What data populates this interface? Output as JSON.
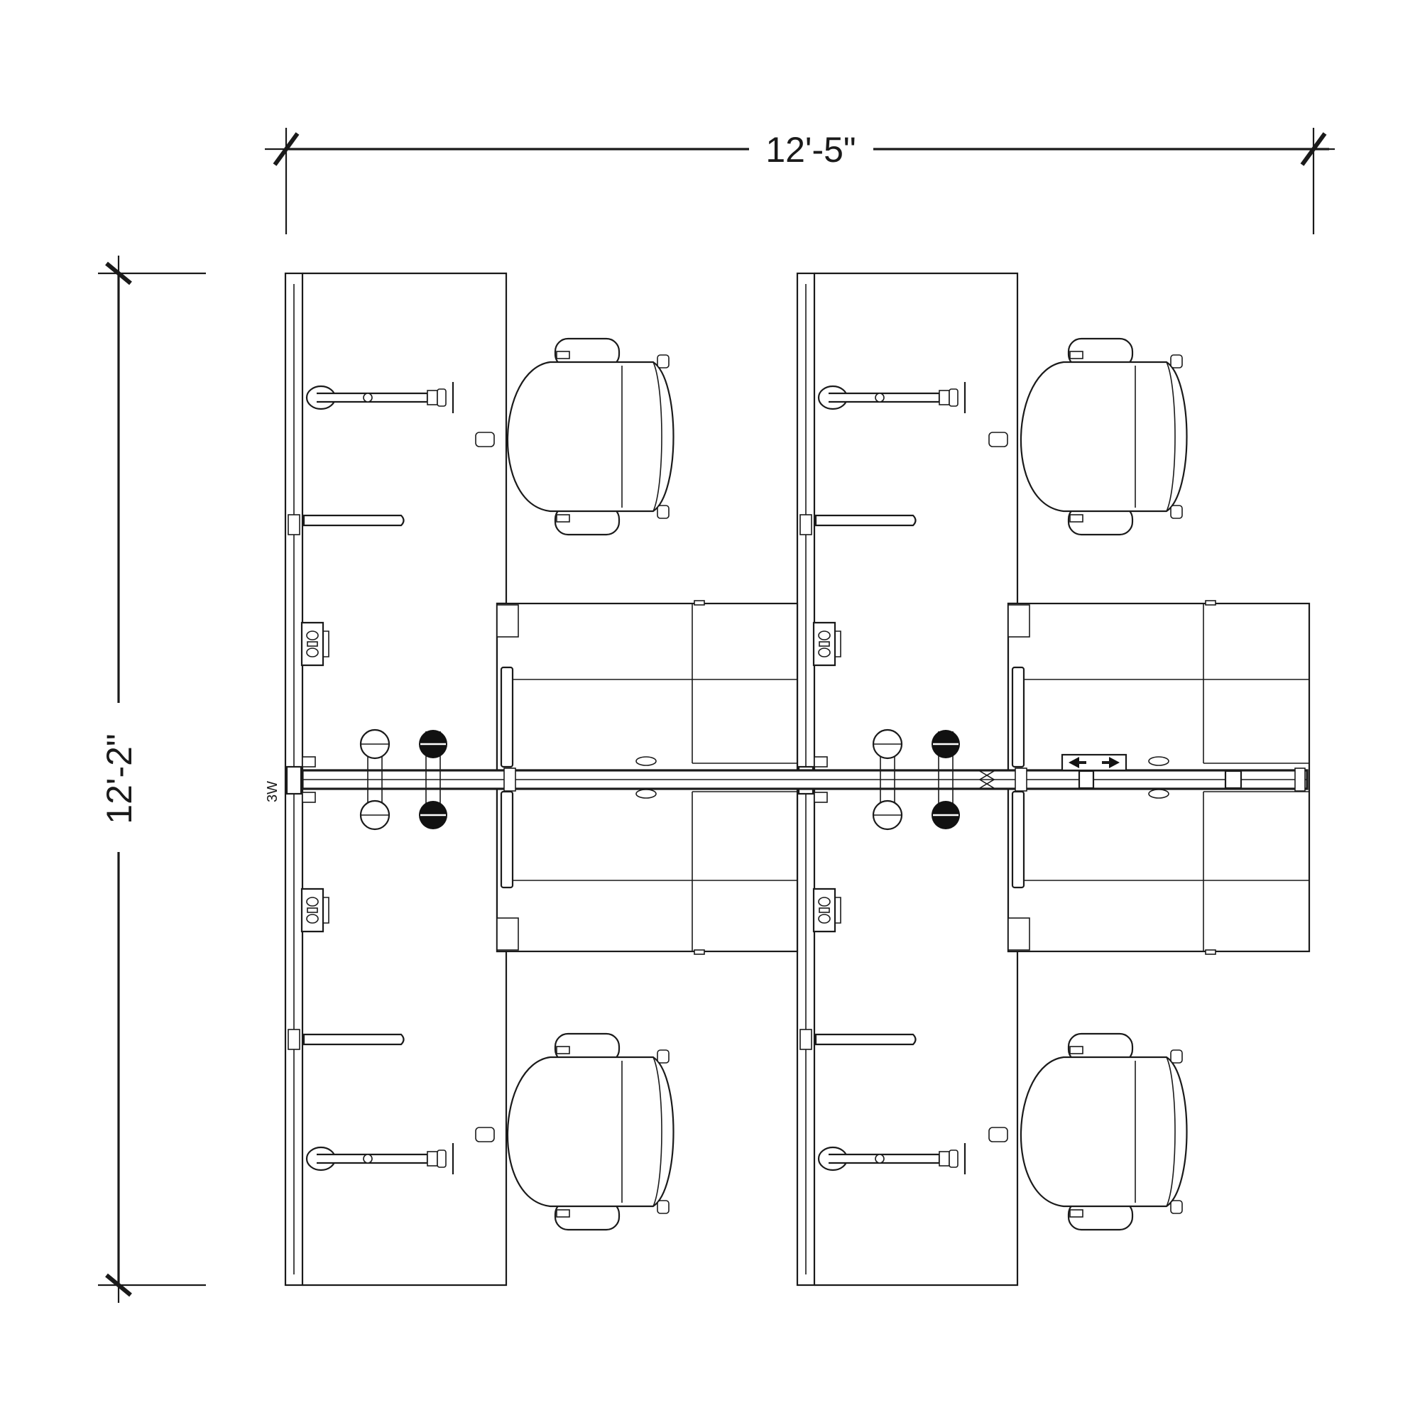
{
  "dimensions": {
    "width_label": "12'-5\"",
    "height_label": "12'-2\""
  },
  "labels": {
    "panel_tag": "3W"
  },
  "icons": {
    "chair": "office-chair-icon",
    "monitor_arm": "monitor-arm-icon",
    "power_outlet": "power-outlet-icon",
    "cpu_holder": "cpu-holder-icon",
    "cable_grommet": "grommet-icon",
    "direction_arrows": "double-arrow-icon"
  },
  "colors": {
    "line": "#1a1a1a",
    "background": "#ffffff"
  }
}
